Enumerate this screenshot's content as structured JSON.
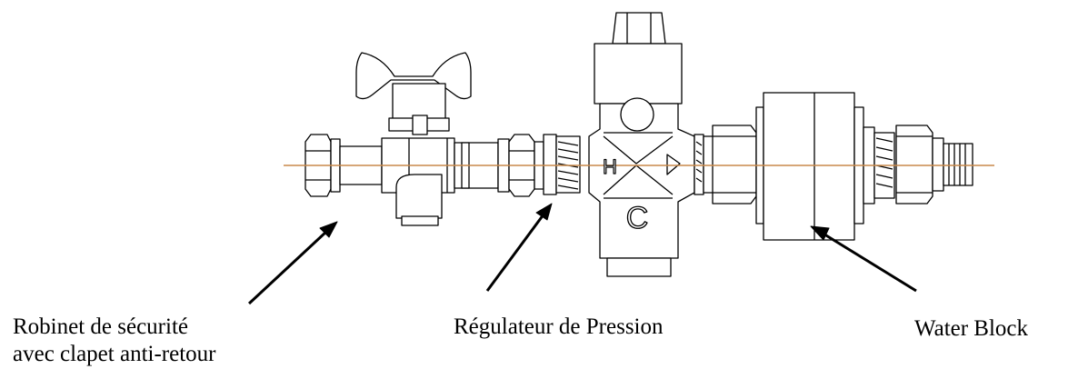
{
  "labels": {
    "robinet_line1": "Robinet de sécurité",
    "robinet_line2": "avec clapet anti-retour",
    "regulateur": "Régulateur de Pression",
    "water_block": "Water Block"
  },
  "body_markings": {
    "hot": "H",
    "cold": "C"
  },
  "colors": {
    "stroke": "#000000",
    "fill": "#ffffff",
    "axis_line": "#c8894a"
  }
}
